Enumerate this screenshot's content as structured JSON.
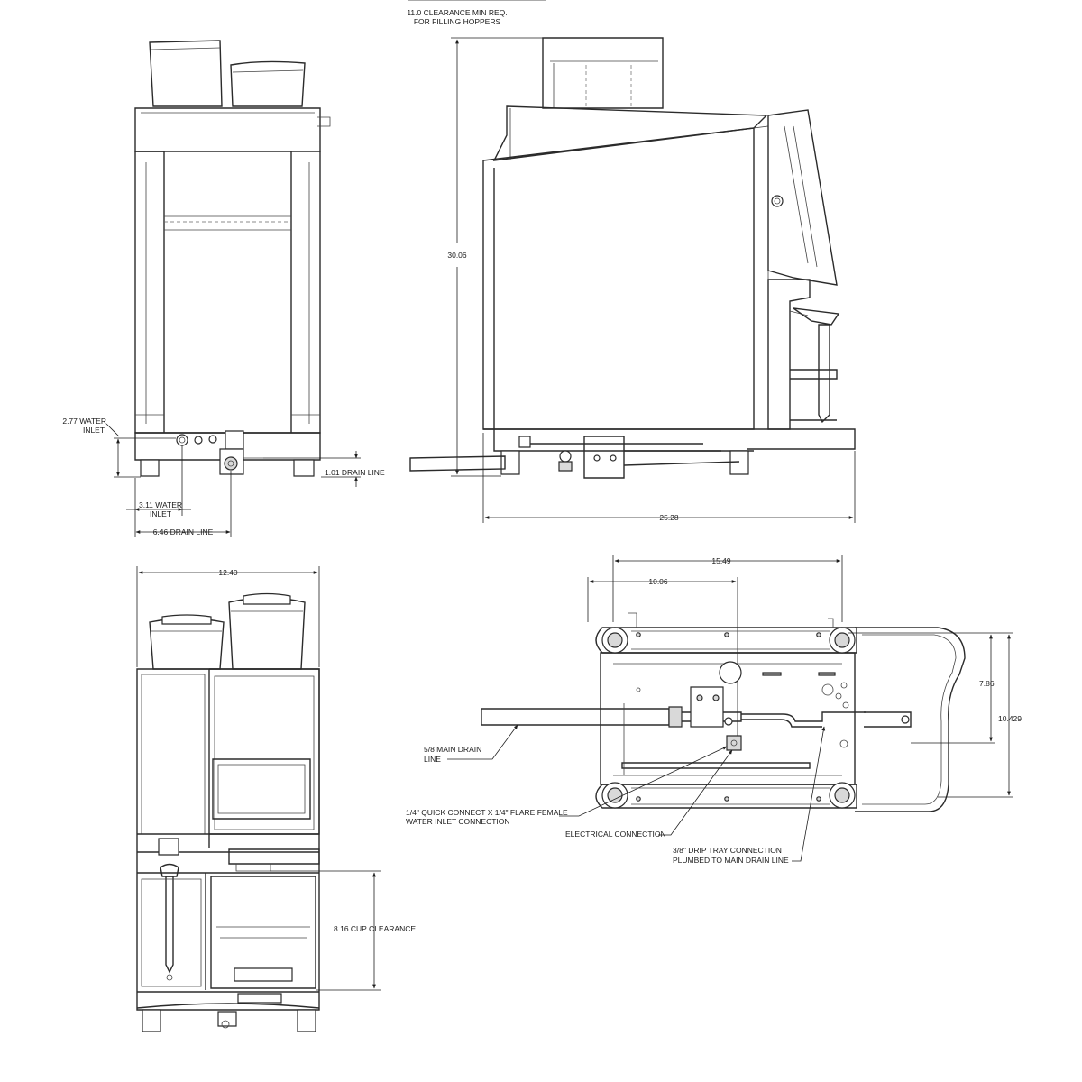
{
  "diagram": {
    "side_view_left": {
      "hopper_clearance": [
        "11.0 CLEARANCE MIN REQ.",
        "FOR FILLING HOPPERS"
      ],
      "water_inlet_height": [
        "2.77 WATER",
        "INLET"
      ],
      "water_inlet_offset": [
        "3.11 WATER",
        "INLET"
      ],
      "drain_line_offset": "6.46 DRAIN LINE",
      "drain_line_height": "1.01 DRAIN LINE"
    },
    "side_view_right": {
      "overall_height": "30.06",
      "overall_depth": "25.28"
    },
    "front_view": {
      "overall_width": "12.40",
      "cup_clearance": "8.16 CUP CLEARANCE"
    },
    "top_view": {
      "dim_15_49": "15.49",
      "dim_10_06": "10.06",
      "dim_7_86": "7.86",
      "dim_10_429": "10.429",
      "main_drain_line": [
        "5/8 MAIN DRAIN",
        "LINE"
      ],
      "water_inlet_connection": [
        "1/4\" QUICK CONNECT X 1/4\"  FLARE FEMALE",
        "WATER INLET CONNECTION"
      ],
      "electrical_connection": "ELECTRICAL CONNECTION",
      "drip_tray_connection": [
        "3/8\" DRIP TRAY CONNECTION",
        "PLUMBED TO MAIN DRAIN LINE"
      ]
    }
  }
}
